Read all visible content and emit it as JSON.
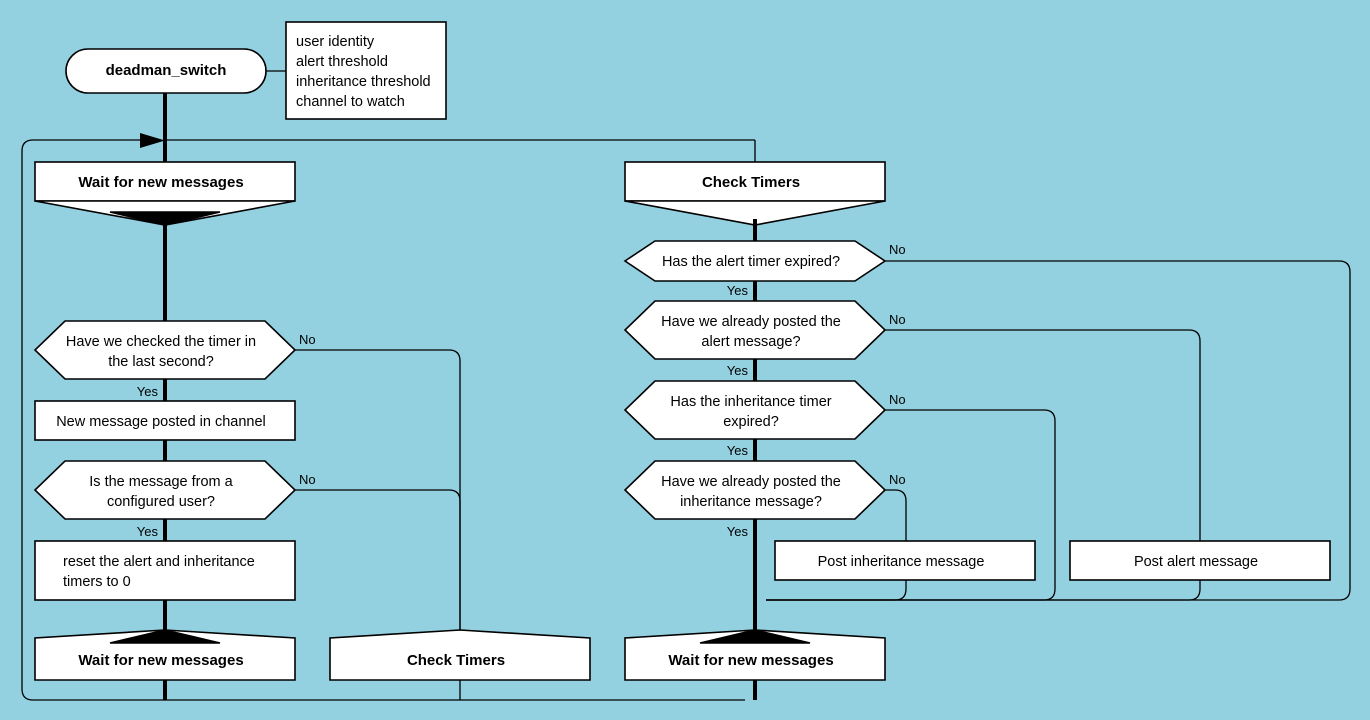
{
  "diagram": {
    "title": "deadman_switch",
    "background_color": "#93d0e0",
    "shape_fill": "#ffffff",
    "stroke_color": "#000000"
  },
  "start": {
    "label": "deadman_switch"
  },
  "note": {
    "lines": [
      "user identity",
      "alert threshold",
      "inheritance threshold",
      "channel to watch"
    ]
  },
  "branches": {
    "yes": "Yes",
    "no": "No"
  },
  "left_lane": {
    "header": "Wait for new messages",
    "steps": [
      {
        "id": "check-timer-decision",
        "type": "decision",
        "lines": [
          "Have we checked the timer in",
          "the last second?"
        ],
        "yes": "Yes",
        "no": "No"
      },
      {
        "id": "new-message-posted",
        "type": "process",
        "lines": [
          "New message posted in channel"
        ]
      },
      {
        "id": "configured-user-decision",
        "type": "decision",
        "lines": [
          "Is the message from a",
          "configured user?"
        ],
        "yes": "Yes",
        "no": "No"
      },
      {
        "id": "reset-timers",
        "type": "process",
        "lines": [
          "reset the alert and inheritance",
          "timers to 0"
        ]
      }
    ],
    "terminals": [
      {
        "id": "wait-for-new-messages-end",
        "label": "Wait for new messages"
      },
      {
        "id": "check-timers-end",
        "label": "Check Timers"
      }
    ]
  },
  "right_lane": {
    "header": "Check Timers",
    "steps": [
      {
        "id": "alert-timer-expired-decision",
        "type": "decision",
        "lines": [
          "Has the alert timer expired?"
        ],
        "yes": "Yes",
        "no": "No"
      },
      {
        "id": "already-posted-alert-decision",
        "type": "decision",
        "lines": [
          "Have we already posted the",
          "alert message?"
        ],
        "yes": "Yes",
        "no": "No"
      },
      {
        "id": "inheritance-timer-expired-decision",
        "type": "decision",
        "lines": [
          "Has the inheritance timer",
          "expired?"
        ],
        "yes": "Yes",
        "no": "No"
      },
      {
        "id": "already-posted-inheritance-decision",
        "type": "decision",
        "lines": [
          "Have we already posted the",
          "inheritance message?"
        ],
        "yes": "Yes",
        "no": "No"
      }
    ],
    "actions": [
      {
        "id": "post-inheritance-message",
        "label": "Post inheritance message"
      },
      {
        "id": "post-alert-message",
        "label": "Post alert message"
      }
    ],
    "terminals": [
      {
        "id": "wait-for-new-messages-end-right",
        "label": "Wait for new messages"
      }
    ]
  }
}
